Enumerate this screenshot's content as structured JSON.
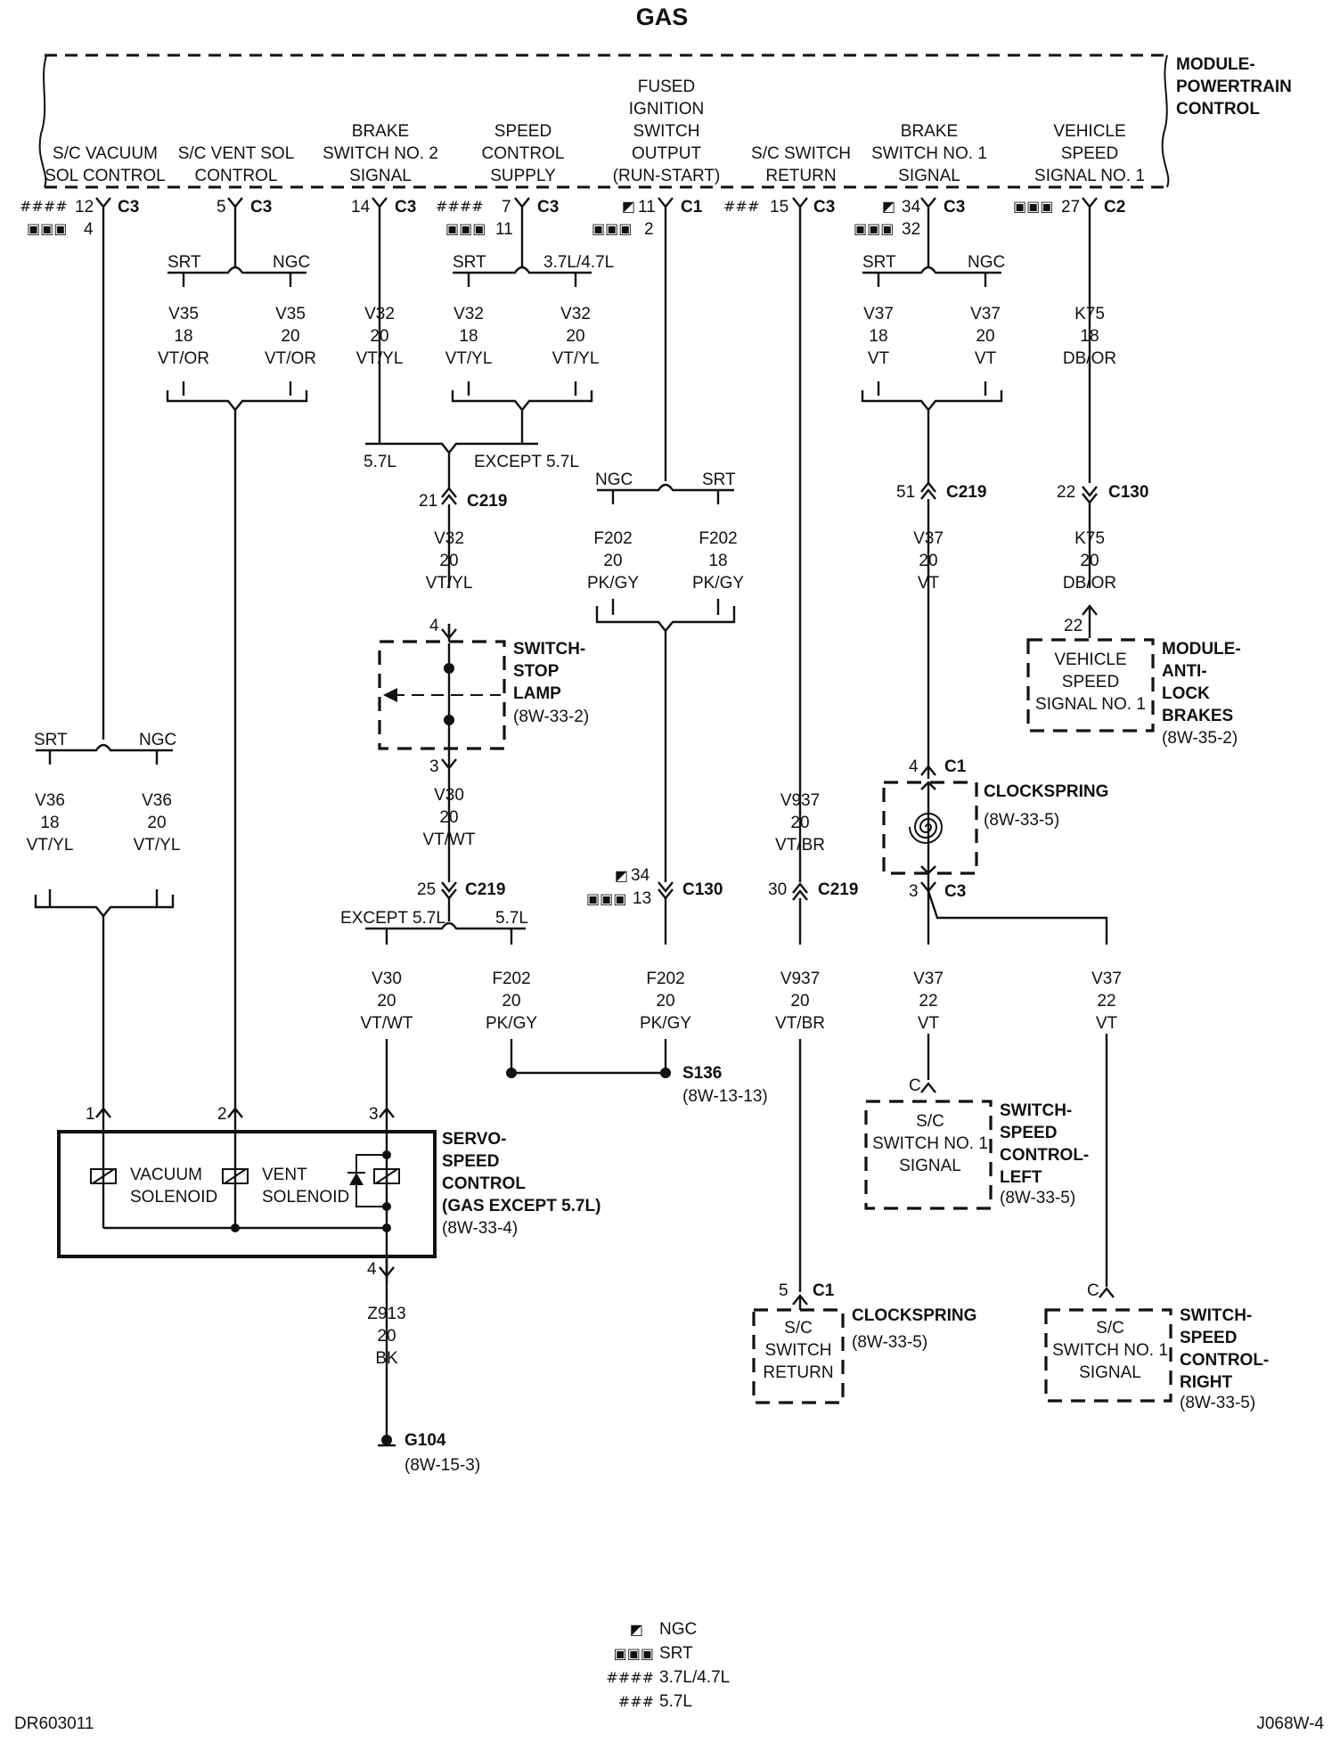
{
  "title": "GAS",
  "module_pcm": "MODULE-\nPOWERTRAIN\nCONTROL",
  "pins": [
    {
      "label": "S/C VACUUM\nSOL CONTROL",
      "mark1": "####",
      "num1": "12",
      "conn": "C3",
      "mark2": "▣▣▣",
      "num2": "4"
    },
    {
      "label": "S/C VENT SOL\nCONTROL",
      "num1": "5",
      "conn": "C3"
    },
    {
      "label": "BRAKE\nSWITCH NO. 2\nSIGNAL",
      "num1": "14",
      "conn": "C3"
    },
    {
      "label": "SPEED\nCONTROL\nSUPPLY",
      "mark1": "####",
      "num1": "7",
      "conn": "C3",
      "mark2": "▣▣▣",
      "num2": "11"
    },
    {
      "label": "FUSED\nIGNITION\nSWITCH\nOUTPUT\n(RUN-START)",
      "mark1": "◩",
      "num1": "11",
      "conn": "C1",
      "mark2": "▣▣▣",
      "num2": "2"
    },
    {
      "label": "S/C SWITCH\nRETURN",
      "mark1": "###",
      "num1": "15",
      "conn": "C3"
    },
    {
      "label": "BRAKE\nSWITCH NO. 1\nSIGNAL",
      "mark1": "◩",
      "num1": "34",
      "conn": "C3",
      "mark2": "▣▣▣",
      "num2": "32"
    },
    {
      "label": "VEHICLE\nSPEED\nSIGNAL NO. 1",
      "mark1": "▣▣▣",
      "num1": "27",
      "conn": "C2"
    }
  ],
  "splits": {
    "srt": "SRT",
    "ngc": "NGC",
    "v37": "3.7L/4.7L",
    "v57": "5.7L",
    "except57": "EXCEPT 5.7L"
  },
  "wires": {
    "v35_srt": "V35\n18\nVT/OR",
    "v35_ngc": "V35\n20\nVT/OR",
    "v32_b2": "V32\n20\nVT/YL",
    "v32_srt": "V32\n18\nVT/YL",
    "v32_37": "V32\n20\nVT/YL",
    "v32_mid": "V32\n20\nVT/YL",
    "v37_srt": "V37\n18\nVT",
    "v37_ngc": "V37\n20\nVT",
    "k75_top": "K75\n18\nDB/OR",
    "k75_bot": "K75\n20\nDB/OR",
    "f202_ngc": "F202\n20\nPK/GY",
    "f202_srt": "F202\n18\nPK/GY",
    "v37_mid": "V37\n20\nVT",
    "v36_srt": "V36\n18\nVT/YL",
    "v36_ngc": "V36\n20\nVT/YL",
    "v30_top": "V30\n20\nVT/WT",
    "v937_top": "V937\n20\nVT/BR",
    "v30_bot": "V30\n20\nVT/WT",
    "f202_57": "F202\n20\nPK/GY",
    "f202_bot": "F202\n20\nPK/GY",
    "v937_bot": "V937\n20\nVT/BR",
    "v37_l": "V37\n22\nVT",
    "v37_r": "V37\n22\nVT",
    "z913": "Z913\n20\nBK"
  },
  "connectors": {
    "c219_21": "21",
    "c219_25": "25",
    "c219_30": "30",
    "c219_51": "51",
    "c219": "C219",
    "c130": "C130",
    "c130_22": "22",
    "c130_34": "34",
    "c130_13": "13",
    "ngc_mark": "◩",
    "srt_mark": "▣▣▣",
    "stop_4": "4",
    "stop_3": "3",
    "abs_22": "22",
    "cs_4": "4",
    "cs_c1": "C1",
    "cs_3": "3",
    "cs_c3": "C3",
    "servo_1": "1",
    "servo_2": "2",
    "servo_3": "3",
    "servo_4": "4",
    "cs2_5": "5",
    "cs2_c1": "C1",
    "c_left": "C",
    "c_right": "C"
  },
  "components": {
    "stop_lamp": {
      "name": "SWITCH-\nSTOP\nLAMP",
      "ref": "(8W-33-2)"
    },
    "abs": {
      "inner": "VEHICLE\nSPEED\nSIGNAL NO. 1",
      "name": "MODULE-\nANTI-\nLOCK\nBRAKES",
      "ref": "(8W-35-2)"
    },
    "clockspring_top": {
      "name": "CLOCKSPRING",
      "ref": "(8W-33-5)"
    },
    "servo": {
      "vacuum": "VACUUM\nSOLENOID",
      "vent": "VENT\nSOLENOID",
      "name": "SERVO-\nSPEED\nCONTROL\n(GAS EXCEPT 5.7L)",
      "ref": "(8W-33-4)"
    },
    "s136": {
      "name": "S136",
      "ref": "(8W-13-13)"
    },
    "g104": {
      "name": "G104",
      "ref": "(8W-15-3)"
    },
    "sc_left": {
      "inner": "S/C\nSWITCH NO. 1\nSIGNAL",
      "name": "SWITCH-\nSPEED\nCONTROL-\nLEFT",
      "ref": "(8W-33-5)"
    },
    "clockspring_bot": {
      "inner": "S/C\nSWITCH\nRETURN",
      "name": "CLOCKSPRING",
      "ref": "(8W-33-5)"
    },
    "sc_right": {
      "inner": "S/C\nSWITCH NO. 1\nSIGNAL",
      "name": "SWITCH-\nSPEED\nCONTROL-\nRIGHT",
      "ref": "(8W-33-5)"
    }
  },
  "legend": [
    {
      "mark": "◩",
      "text": "NGC"
    },
    {
      "mark": "▣▣▣",
      "text": "SRT"
    },
    {
      "mark": "####",
      "text": "3.7L/4.7L"
    },
    {
      "mark": "###",
      "text": "5.7L"
    }
  ],
  "footer": {
    "left": "DR603011",
    "right": "J068W-4"
  }
}
